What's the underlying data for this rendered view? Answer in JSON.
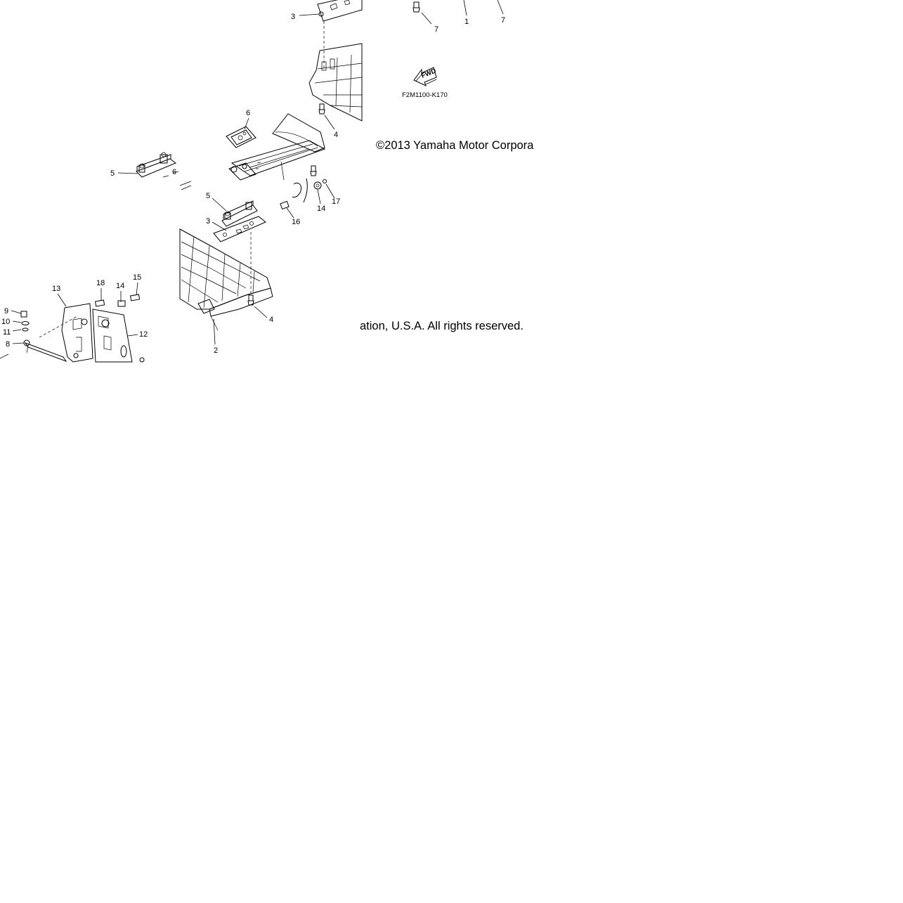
{
  "diagram": {
    "code": "F2M1100-K170",
    "fwd_label": "FWD",
    "copyright_part1": "©2013 Yamaha Motor Corpora",
    "copyright_part2": "ation, U.S.A. All rights reserved.",
    "callouts": {
      "c3_top": "3",
      "c7_a": "7",
      "c1": "1",
      "c7_b": "7",
      "c6_main": "6",
      "c4_top": "4",
      "c5_left": "5",
      "c6_small": "6",
      "c5_mid": "5",
      "c14_right": "14",
      "c17": "17",
      "c16": "16",
      "c3_mid": "3",
      "c18": "18",
      "c14_left": "14",
      "c15": "15",
      "c13": "13",
      "c9": "9",
      "c10": "10",
      "c11": "11",
      "c8": "8",
      "c12": "12",
      "c4_bottom": "4",
      "c2": "2"
    }
  }
}
